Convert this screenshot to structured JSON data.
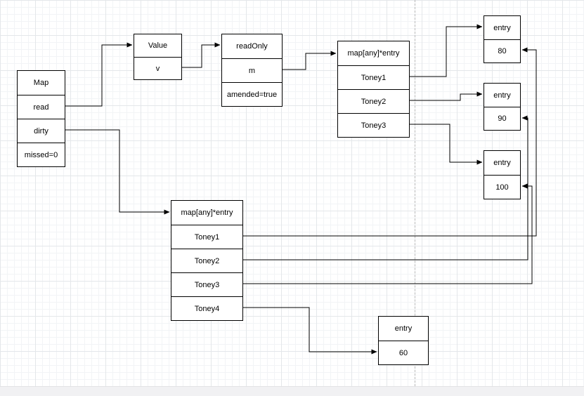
{
  "nodes": {
    "map": {
      "title": "Map",
      "rows": [
        "read",
        "dirty",
        "missed=0"
      ]
    },
    "value_node": {
      "title": "Value",
      "rows": [
        "v"
      ]
    },
    "read_only": {
      "title": "readOnly",
      "rows": [
        "m",
        "amended=true"
      ]
    },
    "read_map": {
      "title": "map[any]*entry",
      "rows": [
        "Toney1",
        "Toney2",
        "Toney3"
      ]
    },
    "entry80": {
      "title": "entry",
      "rows": [
        "80"
      ]
    },
    "entry90": {
      "title": "entry",
      "rows": [
        "90"
      ]
    },
    "entry100": {
      "title": "entry",
      "rows": [
        "100"
      ]
    },
    "dirty_map": {
      "title": "map[any]*entry",
      "rows": [
        "Toney1",
        "Toney2",
        "Toney3",
        "Toney4"
      ]
    },
    "entry60": {
      "title": "entry",
      "rows": [
        "60"
      ]
    }
  },
  "colors": {
    "node_border": "#000000",
    "node_fill": "#ffffff",
    "edge": "#000000",
    "page_divider": "#b8b8b8"
  }
}
